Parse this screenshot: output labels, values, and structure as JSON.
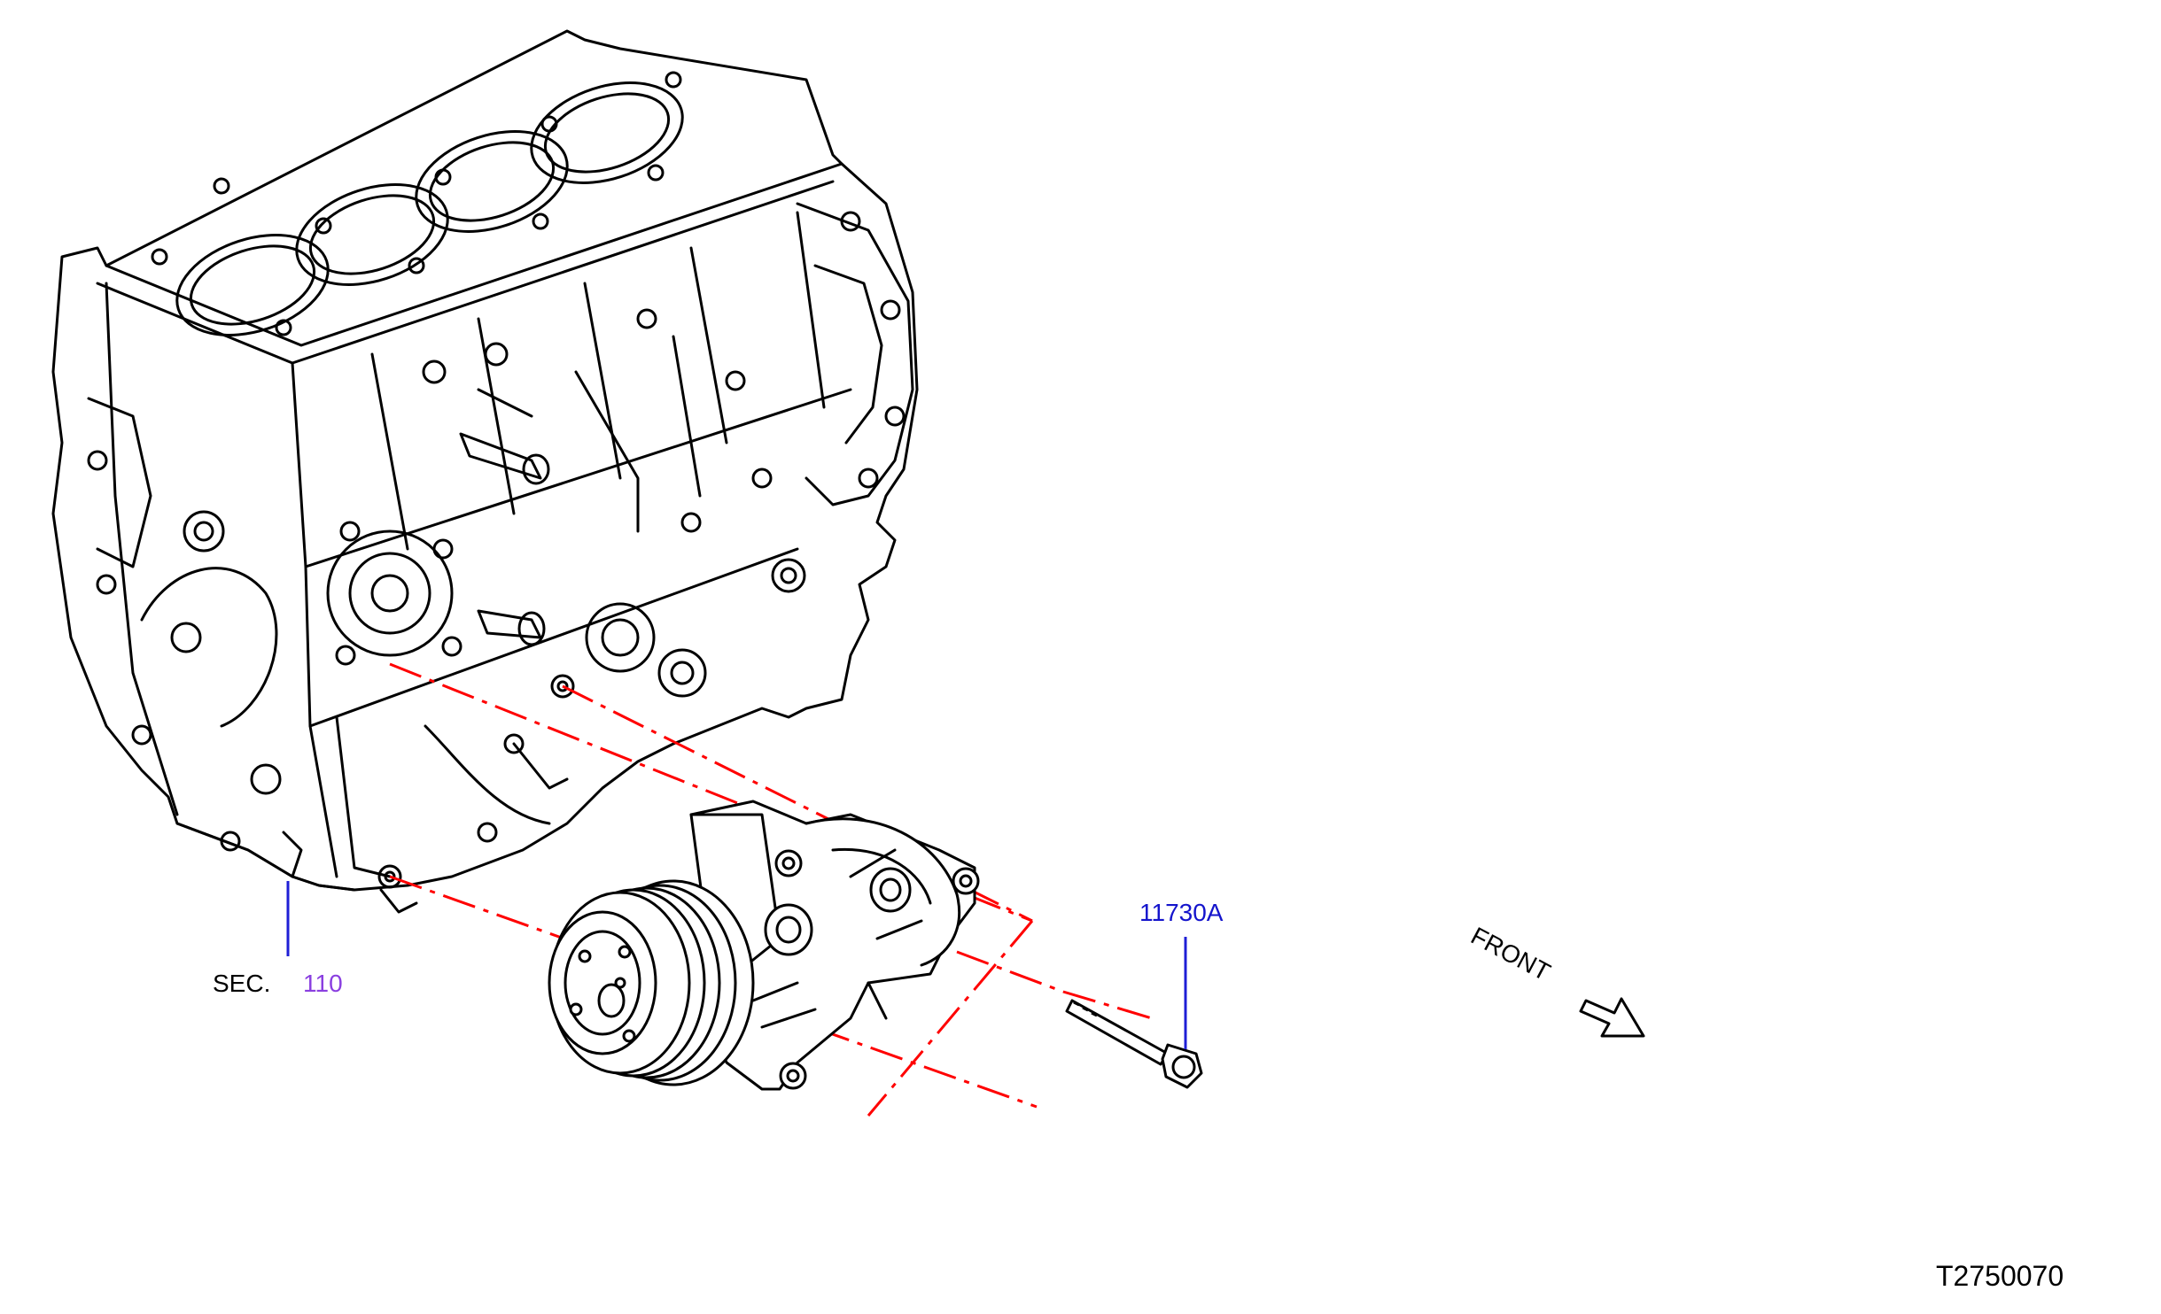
{
  "labels": {
    "sec_prefix": "SEC.",
    "sec_number": "110",
    "part_bolt": "11730A",
    "direction": "FRONT",
    "drawing_id": "T2750070"
  },
  "colors": {
    "line": "#000000",
    "leader_blue": "#1f1fd6",
    "sec_number": "#8a3fe0",
    "part_number": "#1414cc",
    "dash_red": "#ff0000"
  },
  "icons": [
    "engine-block-icon",
    "ac-compressor-icon",
    "bolt-icon",
    "front-arrow-icon"
  ]
}
